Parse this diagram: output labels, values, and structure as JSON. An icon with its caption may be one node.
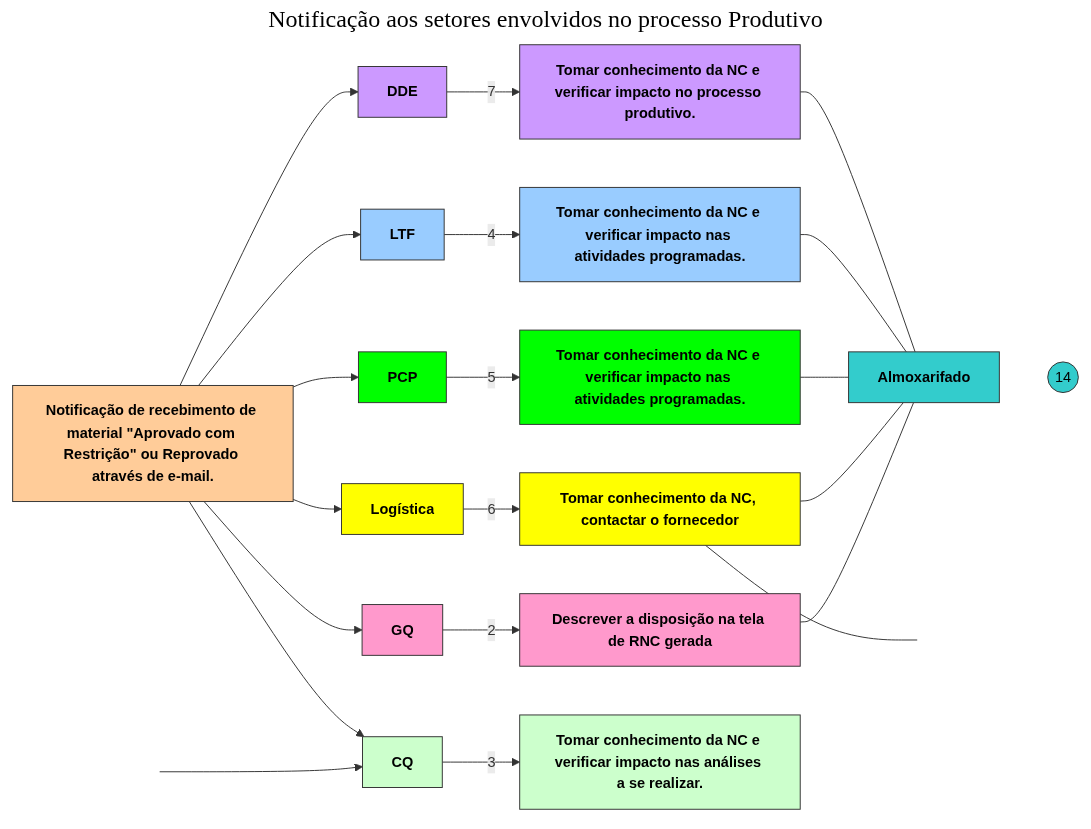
{
  "diagram": {
    "title": "Notificação aos setores envolvidos no processo Produtivo",
    "nodes": [
      {
        "text": [
          "Notificação de recebimento de material \"Aprovado com Restrição\" ou Reprovado através de e-mail."
        ]
      },
      {
        "text": [
          "DDE"
        ]
      },
      {
        "text": [
          "Tomar conhecimento da NC e verificar impacto no processo produtivo."
        ]
      },
      {
        "text": [
          "LTF"
        ]
      },
      {
        "text": [
          "Tomar conhecimento da NC e verificar impacto nas atividades programadas."
        ]
      },
      {
        "text": [
          "PCP"
        ]
      },
      {
        "text": [
          "Tomar conhecimento da NC e verificar impacto nas atividades programadas."
        ]
      },
      {
        "text": [
          "Logística"
        ]
      },
      {
        "text": [
          "Tomar conhecimento da NC, contactar o fornecedor"
        ]
      },
      {
        "text": [
          "GQ"
        ]
      },
      {
        "text": [
          "Descrever a disposição na tela de RNC gerada"
        ]
      },
      {
        "text": [
          "CQ"
        ]
      },
      {
        "text": [
          "Almoxarifado"
        ],
        "beside": [
          "14"
        ]
      },
      {
        "text": [
          "Tomar conhecimento da NC e verificar impacto nas análises a se realizar."
        ]
      }
    ],
    "edges": [
      {
        "from": 0,
        "to": 1,
        "arrow": "to"
      },
      {
        "from": 0,
        "to": 3,
        "arrow": "to"
      },
      {
        "from": 0,
        "to": 5,
        "arrow": "to"
      },
      {
        "from": 0,
        "to": 7,
        "arrow": "to"
      },
      {
        "from": 0,
        "to": 9,
        "arrow": "to"
      },
      {
        "from": 0,
        "to": 11,
        "arrow": "to"
      },
      {
        "from": null,
        "to": 11,
        "arrow": "to"
      },
      {
        "from": 1,
        "to": 2,
        "arrow": "to",
        "label": "7"
      },
      {
        "from": 3,
        "to": 4,
        "arrow": "to",
        "label": "4"
      },
      {
        "from": 5,
        "to": 6,
        "arrow": "to",
        "label": "5"
      },
      {
        "from": 7,
        "to": 8,
        "arrow": "to",
        "label": "6"
      },
      {
        "from": 9,
        "to": 10,
        "arrow": "to",
        "label": "2"
      },
      {
        "from": 11,
        "to": 13,
        "arrow": "to",
        "label": "3"
      },
      {
        "from": 2,
        "to": 12,
        "arrow": "none"
      },
      {
        "from": 4,
        "to": 12,
        "arrow": "none"
      },
      {
        "from": 6,
        "to": 12,
        "arrow": "none"
      },
      {
        "from": 8,
        "to": 12,
        "arrow": "none"
      },
      {
        "from": 10,
        "to": 12,
        "arrow": "none"
      },
      {
        "from": 8,
        "to": null,
        "arrow": "none"
      }
    ]
  }
}
